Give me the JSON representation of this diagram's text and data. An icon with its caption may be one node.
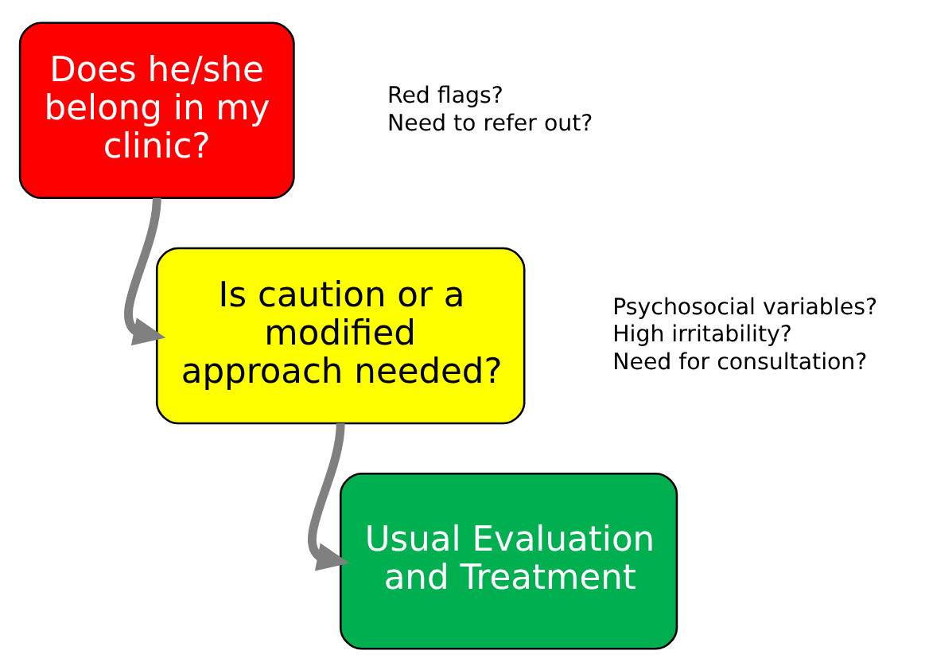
{
  "diagram": {
    "nodes": [
      {
        "text": [
          "Does he/she belong in my clinic?"
        ],
        "beside": [
          "Red flags?",
          "Need to refer out?"
        ]
      },
      {
        "text": [
          "Is caution or a modified approach needed?"
        ],
        "beside": [
          "Psychosocial variables?",
          "High irritability?",
          "Need for consultation?"
        ]
      },
      {
        "text": [
          "Usual Evaluation and Treatment"
        ]
      }
    ],
    "edges": [
      {
        "from": 0,
        "to": 1,
        "arrow": "to"
      },
      {
        "from": 1,
        "to": 2,
        "arrow": "to"
      }
    ]
  }
}
